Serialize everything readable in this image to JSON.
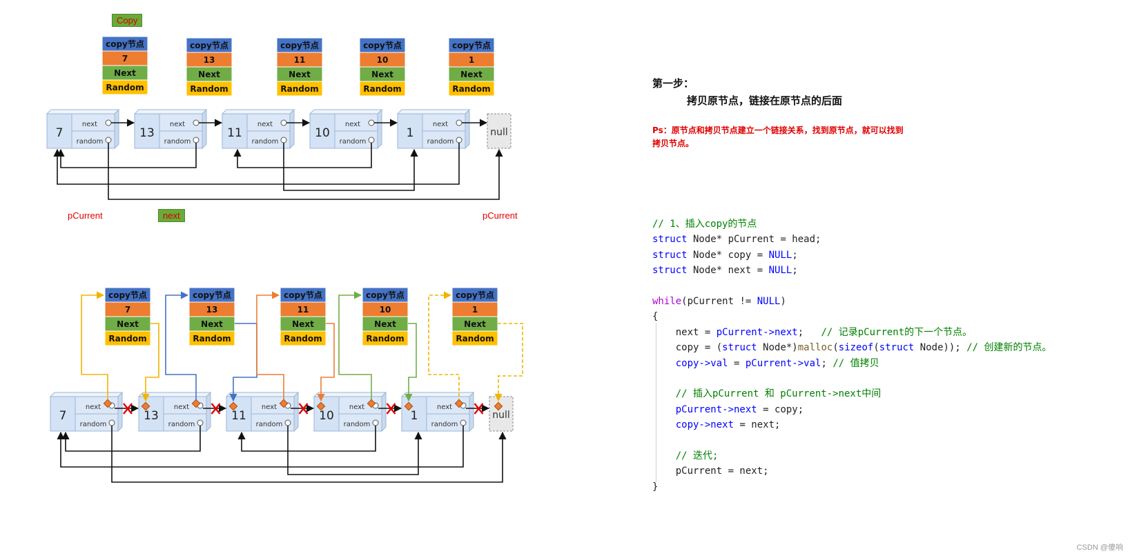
{
  "top_diagram": {
    "copy_tag": "Copy",
    "copy_nodes": [
      {
        "title": "copy节点",
        "val": "7",
        "next": "Next",
        "random": "Random"
      },
      {
        "title": "copy节点",
        "val": "13",
        "next": "Next",
        "random": "Random"
      },
      {
        "title": "copy节点",
        "val": "11",
        "next": "Next",
        "random": "Random"
      },
      {
        "title": "copy节点",
        "val": "10",
        "next": "Next",
        "random": "Random"
      },
      {
        "title": "copy节点",
        "val": "1",
        "next": "Next",
        "random": "Random"
      }
    ],
    "nodes": [
      {
        "val": "7",
        "next_label": "next",
        "random_label": "random"
      },
      {
        "val": "13",
        "next_label": "next",
        "random_label": "random"
      },
      {
        "val": "11",
        "next_label": "next",
        "random_label": "random"
      },
      {
        "val": "10",
        "next_label": "next",
        "random_label": "random"
      },
      {
        "val": "1",
        "next_label": "next",
        "random_label": "random"
      }
    ],
    "null_label": "null",
    "pcurrent_left": "pCurrent",
    "next_tag": "next",
    "pcurrent_right": "pCurrent"
  },
  "bottom_diagram": {
    "copy_nodes": [
      {
        "title": "copy节点",
        "val": "7",
        "next": "Next",
        "random": "Random"
      },
      {
        "title": "copy节点",
        "val": "13",
        "next": "Next",
        "random": "Random"
      },
      {
        "title": "copy节点",
        "val": "11",
        "next": "Next",
        "random": "Random"
      },
      {
        "title": "copy节点",
        "val": "10",
        "next": "Next",
        "random": "Random"
      },
      {
        "title": "copy节点",
        "val": "1",
        "next": "Next",
        "random": "Random"
      }
    ],
    "nodes": [
      {
        "val": "7",
        "next_label": "next",
        "random_label": "random"
      },
      {
        "val": "13",
        "next_label": "next",
        "random_label": "random"
      },
      {
        "val": "11",
        "next_label": "next",
        "random_label": "random"
      },
      {
        "val": "10",
        "next_label": "next",
        "random_label": "random"
      },
      {
        "val": "1",
        "next_label": "next",
        "random_label": "random"
      }
    ],
    "null_label": "null",
    "arrow_colors": [
      "#f2b400",
      "#4472c4",
      "#ed7d31",
      "#70ad47",
      "#f2b400"
    ]
  },
  "colors": {
    "copy_title_bg": "#4472c4",
    "copy_val_bg": "#ed7d31",
    "copy_next_bg": "#70ad47",
    "copy_random_bg": "#ffc000",
    "node_fill": "#dce8f7",
    "node_border": "#9bb6d6",
    "broken_link": "#e00000"
  },
  "step": {
    "heading": "第一步：",
    "subheading": "拷贝原节点，链接在原节点的后面",
    "ps": "Ps：原节点和拷贝节点建立一个链接关系，找到原节点，就可以找到拷贝节点。"
  },
  "code": {
    "lines": [
      [
        {
          "t": "// 1、插入copy的节点",
          "c": "cm"
        }
      ],
      [
        {
          "t": "struct",
          "c": "kw"
        },
        {
          "t": " Node* pCurrent = head;",
          "c": ""
        }
      ],
      [
        {
          "t": "struct",
          "c": "kw"
        },
        {
          "t": " Node* copy = ",
          "c": ""
        },
        {
          "t": "NULL",
          "c": "nu"
        },
        {
          "t": ";",
          "c": ""
        }
      ],
      [
        {
          "t": "struct",
          "c": "kw"
        },
        {
          "t": " Node* next = ",
          "c": ""
        },
        {
          "t": "NULL",
          "c": "nu"
        },
        {
          "t": ";",
          "c": ""
        }
      ],
      [],
      [
        {
          "t": "while",
          "c": "kwp"
        },
        {
          "t": "(pCurrent != ",
          "c": ""
        },
        {
          "t": "NULL",
          "c": "nu"
        },
        {
          "t": ")",
          "c": ""
        }
      ],
      [
        {
          "t": "{",
          "c": ""
        }
      ],
      [
        {
          "t": "    next = ",
          "c": ""
        },
        {
          "t": "pCurrent->next",
          "c": "ar"
        },
        {
          "t": ";   ",
          "c": ""
        },
        {
          "t": "// 记录pCurrent的下一个节点。",
          "c": "cm"
        }
      ],
      [
        {
          "t": "    copy = (",
          "c": ""
        },
        {
          "t": "struct",
          "c": "kw"
        },
        {
          "t": " Node*)",
          "c": ""
        },
        {
          "t": "malloc",
          "c": "fn"
        },
        {
          "t": "(",
          "c": ""
        },
        {
          "t": "sizeof",
          "c": "kw"
        },
        {
          "t": "(",
          "c": ""
        },
        {
          "t": "struct",
          "c": "kw"
        },
        {
          "t": " Node)); ",
          "c": ""
        },
        {
          "t": "// 创建新的节点。",
          "c": "cm"
        }
      ],
      [
        {
          "t": "    ",
          "c": ""
        },
        {
          "t": "copy->val",
          "c": "ar"
        },
        {
          "t": " = ",
          "c": ""
        },
        {
          "t": "pCurrent->val",
          "c": "ar"
        },
        {
          "t": "; ",
          "c": ""
        },
        {
          "t": "// 值拷贝",
          "c": "cm"
        }
      ],
      [],
      [
        {
          "t": "    // 插入pCurrent 和 pCurrent->next中间",
          "c": "cm"
        }
      ],
      [
        {
          "t": "    ",
          "c": ""
        },
        {
          "t": "pCurrent->next",
          "c": "ar"
        },
        {
          "t": " = copy;",
          "c": ""
        }
      ],
      [
        {
          "t": "    ",
          "c": ""
        },
        {
          "t": "copy->next",
          "c": "ar"
        },
        {
          "t": " = next;",
          "c": ""
        }
      ],
      [],
      [
        {
          "t": "    // 迭代;",
          "c": "cm"
        }
      ],
      [
        {
          "t": "    pCurrent = next;",
          "c": ""
        }
      ],
      [
        {
          "t": "}",
          "c": ""
        }
      ]
    ]
  },
  "watermark": "CSDN @傻响"
}
